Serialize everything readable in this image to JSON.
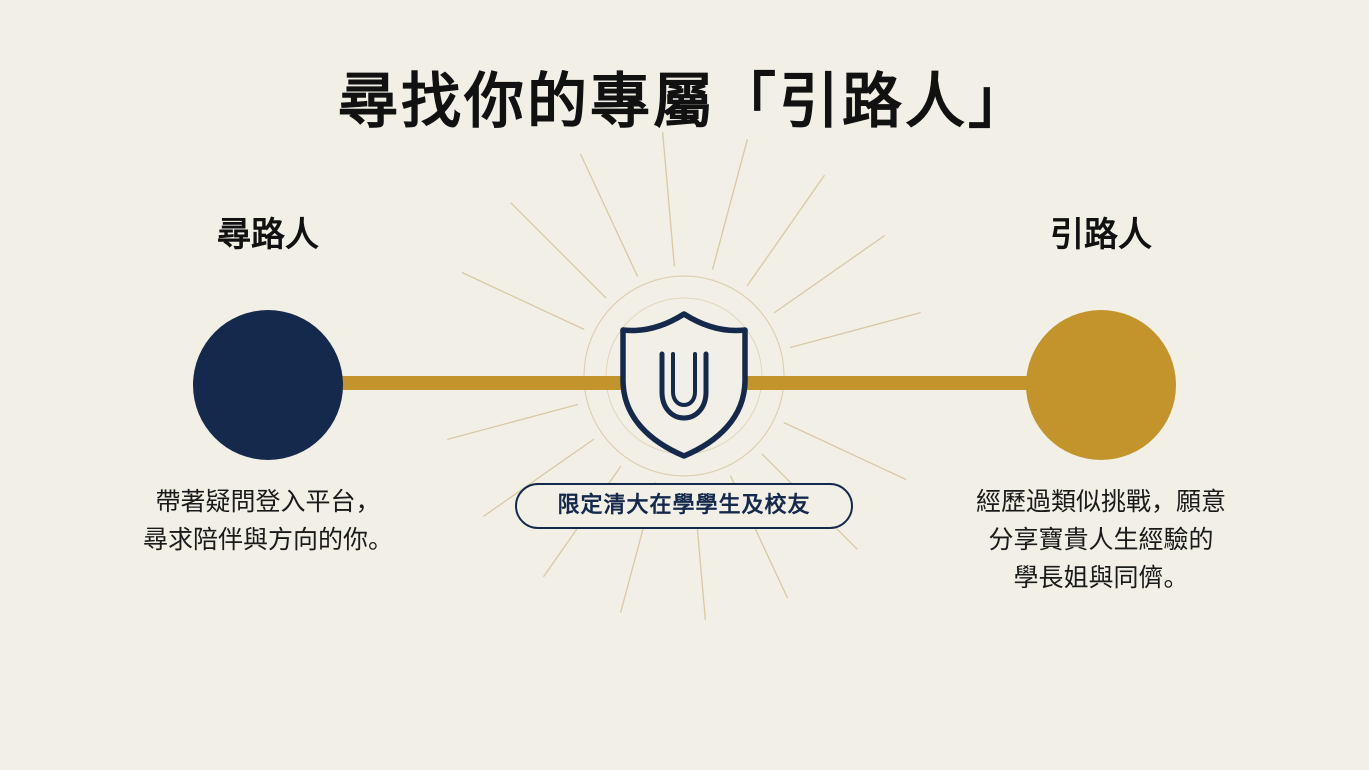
{
  "title": "尋找你的專屬「引路人」",
  "seeker": {
    "label": "尋路人",
    "description_lines": [
      "帶著疑問登入平台，",
      "尋求陪伴與方向的你。"
    ]
  },
  "guide": {
    "label": "引路人",
    "description_lines": [
      "經歷過類似挑戰，願意",
      "分享寶貴人生經驗的",
      "學長姐與同儕。"
    ]
  },
  "badge": {
    "text": "限定清大在學學生及校友",
    "icon": "shield-u-icon"
  },
  "colors": {
    "background": "#f2efe6",
    "navy": "#14294b",
    "gold": "#c3942c",
    "ray": "#d8c9a6"
  }
}
